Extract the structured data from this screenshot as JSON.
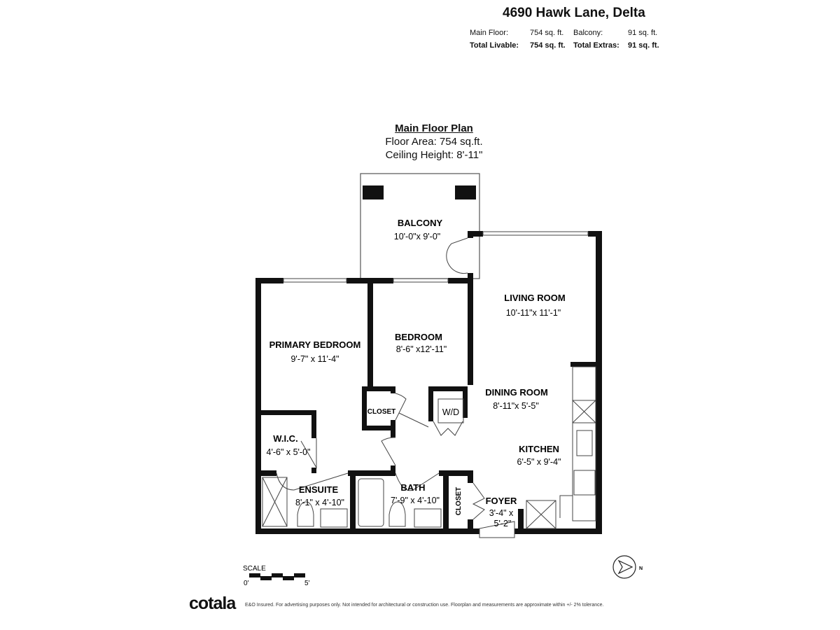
{
  "header": {
    "address": "4690 Hawk Lane, Delta",
    "rows": [
      {
        "l1": "Main Floor:",
        "v1": "754 sq. ft.",
        "l2": "Balcony:",
        "v2": "91 sq. ft."
      },
      {
        "l1": "Total Livable:",
        "v1": "754 sq. ft.",
        "l2": "Total Extras:",
        "v2": "91 sq. ft."
      }
    ]
  },
  "plan": {
    "title": "Main Floor Plan",
    "floor_area": "Floor Area: 754 sq.ft.",
    "ceiling": "Ceiling Height: 8'-11\""
  },
  "rooms": {
    "balcony": {
      "name": "BALCONY",
      "dim": "10'-0\"x 9'-0\""
    },
    "living": {
      "name": "LIVING ROOM",
      "dim": "10'-11\"x 11'-1\""
    },
    "primary": {
      "name": "PRIMARY BEDROOM",
      "dim": "9'-7\" x 11'-4\""
    },
    "bedroom": {
      "name": "BEDROOM",
      "dim": "8'-6\" x12'-11\""
    },
    "dining": {
      "name": "DINING ROOM",
      "dim": "8'-11\"x 5'-5\""
    },
    "closet1": {
      "name": "CLOSET"
    },
    "wd": {
      "name": "W/D"
    },
    "wic": {
      "name": "W.I.C.",
      "dim": "4'-6\" x 5'-0\""
    },
    "kitchen": {
      "name": "KITCHEN",
      "dim": "6'-5\" x 9'-4\""
    },
    "ensuite": {
      "name": "ENSUITE",
      "dim": "8'-1\" x 4'-10\""
    },
    "bath": {
      "name": "BATH",
      "dim": "7'-9\" x 4'-10\""
    },
    "closet2": {
      "name": "CLOSET"
    },
    "foyer": {
      "name": "FOYER",
      "dim1": "3'-4\" x",
      "dim2": "5'-2\""
    }
  },
  "scale": {
    "label": "SCALE",
    "start": "0'",
    "end": "5'"
  },
  "compass": {
    "label": "N"
  },
  "footer": {
    "brand": "cotala",
    "disclaimer": "E&O Insured. For advertising purposes only. Not intended for architectural or construction use. Floorplan and measurements are approximate within +/- 2% tolerance."
  }
}
